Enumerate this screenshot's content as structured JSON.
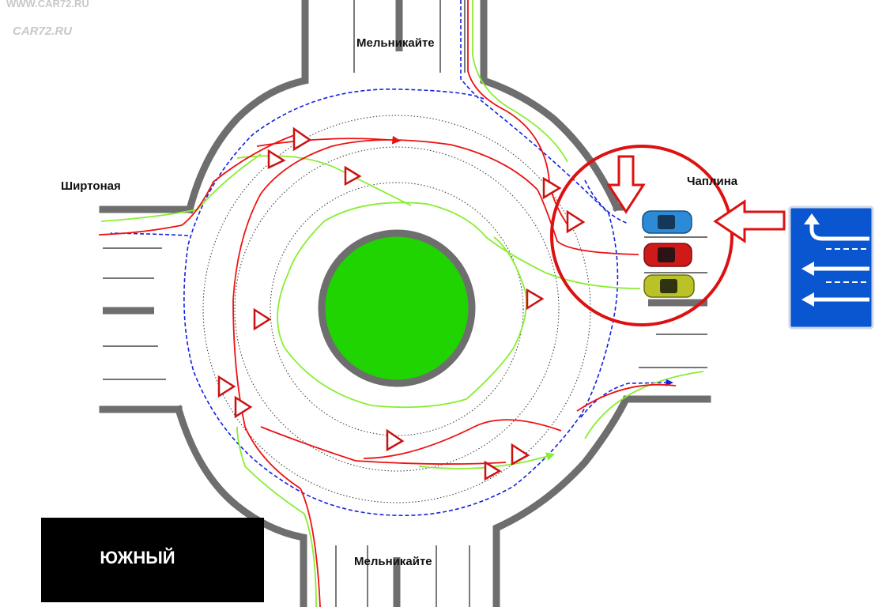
{
  "watermark": {
    "url": "WWW.CAR72.RU",
    "logo": "CAR72.RU"
  },
  "streets": {
    "north": "Мельникайте",
    "south": "Мельникайте",
    "west": "Ширтоная",
    "east": "Чаплина"
  },
  "district": "ЮЖНЫЙ",
  "colors": {
    "island": "#1fd400",
    "curb": "#6e6e6e",
    "path_red": "#ee1111",
    "path_green": "#88ee33",
    "path_blue": "#1122dd",
    "sign_bg": "#0a55d0",
    "highlight": "#dd1111",
    "car_blue": "#2d8ad6",
    "car_red": "#d01a1a",
    "car_yellow": "#b9c227"
  },
  "icons": [
    "yield-triangle-icon",
    "lane-direction-sign-icon",
    "car-icon",
    "arrow-down-icon",
    "arrow-left-icon"
  ]
}
